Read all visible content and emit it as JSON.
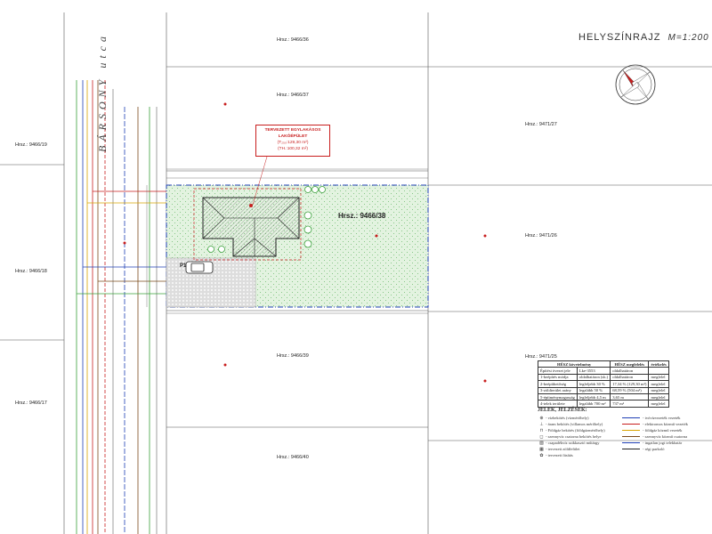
{
  "title": {
    "name": "HELYSZÍNRAJZ",
    "scale": "M=1:200"
  },
  "street": "BÁRSONY utca",
  "main_parcel": "Hrsz.: 9466/38",
  "callout": {
    "line1": "TERVEZETT EGYLAKÁSOS",
    "line2": "LAKÓÉPÜLET",
    "line3": "(T₂₅₀:129,30 m²)",
    "line4": "(TH.:100,32 m²)"
  },
  "parcels": {
    "p9466_36": "Hrsz.: 9466/36",
    "p9466_37": "Hrsz.: 9466/37",
    "p9466_19": "Hrsz.: 9466/19",
    "p9466_18": "Hrsz.: 9466/18",
    "p9466_17": "Hrsz.: 9466/17",
    "p9466_39": "Hrsz.: 9466/39",
    "p9466_40": "Hrsz.: 9466/40",
    "p9471_27": "Hrsz.: 9471/27",
    "p9471_26": "Hrsz.: 9471/26",
    "p9471_25": "Hrsz.: 9471/25"
  },
  "parking": "P1",
  "table": {
    "headers": [
      "",
      "HÉSZ megfelelés",
      "értékelés"
    ],
    "rows": [
      [
        "Építési övezet jele",
        "Lke-3553",
        "oldalhatáron",
        ""
      ],
      [
        "1-beépítés módja",
        "oldalhatáron (sk.)",
        "oldalhatáron",
        "megfelel"
      ],
      [
        "2-beépíthetőség",
        "legfeljebb 30 %",
        "17,34 % (129,30 m²)",
        "megfelel"
      ],
      [
        "3-zöldterület arány",
        "legalább 50 %",
        "68,59 % (504 m²)",
        "megfelel"
      ],
      [
        "5-építménymagasság",
        "legfeljebb 4,5 m",
        "3,65 m",
        "megfelel"
      ],
      [
        "4-telek területe",
        "legalább 700 m²",
        "737 m²",
        "megfelel"
      ]
    ],
    "header_left": "HÉSZ követelmény"
  },
  "legend": {
    "heading": "JELEK, JELZÉSEK:",
    "left": [
      {
        "sym": "⊕",
        "text": "- vízbekötés (vízmérőhely)"
      },
      {
        "sym": "⊥",
        "text": "- áram bekötés (villamos mérőhely)"
      },
      {
        "sym": "⊓",
        "text": "- Földgáz bekötés (földgázmérőhely)"
      },
      {
        "sym": "◻",
        "text": "- szennyvíz csatorna bekötés helye"
      },
      {
        "sym": "▨",
        "text": "- csapadékvíz szikkasztó műtárgy"
      },
      {
        "sym": "▦",
        "text": "- tervezett zöldfelület"
      },
      {
        "sym": "✿",
        "text": "- tervezett fásítás"
      }
    ],
    "right": [
      {
        "color": "#1f3fb5",
        "text": "- ivóvízvezeték vezeték"
      },
      {
        "color": "#c81e1e",
        "text": "- elektromos közmű vezeték"
      },
      {
        "color": "#d9a400",
        "text": "- földgáz közmű vezeték"
      },
      {
        "color": "#7a4a1a",
        "text": "- szennyvíz közmű csatorna"
      },
      {
        "color": "#1f3fb5",
        "text": "- ingatlan jogi telekhatár"
      },
      {
        "color": "#222222",
        "text": "- régi parkoló"
      }
    ]
  },
  "colors": {
    "red": "#c81e1e",
    "blue": "#1f3fb5",
    "green": "#3aa03a",
    "yellow": "#d9a400",
    "hatch_green": "#9ad29a"
  },
  "icons": {
    "north": "compass-rose-icon",
    "car": "car-icon",
    "tree": "tree-icon"
  }
}
